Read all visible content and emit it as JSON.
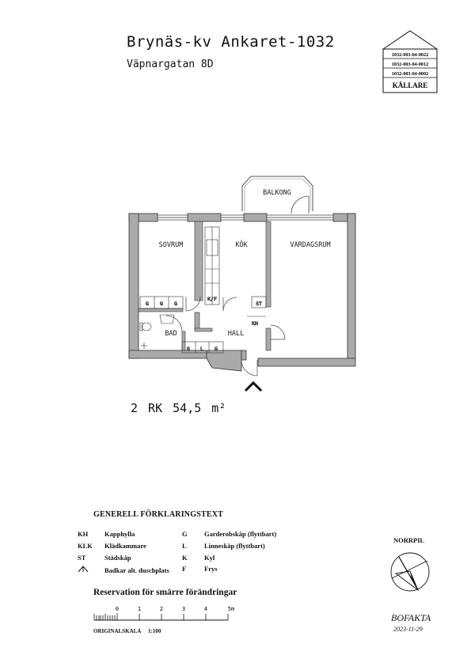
{
  "header": {
    "title": "Brynäs-kv Ankaret-1032",
    "address": "Väpnargatan 8D"
  },
  "badge": {
    "codes": [
      "1032-003-04-0022",
      "1032-003-04-0012",
      "1032-003-04-0002"
    ],
    "floor": "KÄLLARE"
  },
  "rooms": {
    "balkong": "BALKONG",
    "sovrum": "SOVRUM",
    "kok": "KÖK",
    "vardagsrum": "VARDAGSRUM",
    "bad": "BAD",
    "hall": "HALL"
  },
  "fixtures": {
    "g": "G",
    "l": "L",
    "kf": "K/F",
    "st": "ST",
    "kh": "KH"
  },
  "summary": "2 RK 54,5 m²",
  "legend": {
    "title": "GENERELL FÖRKLARINGSTEXT",
    "items": [
      {
        "code": "KH",
        "text": "Kapphylla"
      },
      {
        "code": "KLK",
        "text": "Klädkammare"
      },
      {
        "code": "ST",
        "text": "Städskåp"
      },
      {
        "code": "",
        "text": "Badkar alt. duschplats"
      },
      {
        "code": "G",
        "text": "Garderobskåp (flyttbart)"
      },
      {
        "code": "L",
        "text": "Linneskåp (flyttbart)"
      },
      {
        "code": "K",
        "text": "Kyl"
      },
      {
        "code": "F",
        "text": "Frys"
      }
    ]
  },
  "reservation": "Reservation för smärre förändringar",
  "scale": {
    "ticks": [
      "0",
      "1",
      "2",
      "3",
      "4",
      "5m"
    ],
    "label": "ORIGINALSKALA",
    "ratio": "1:100"
  },
  "north": {
    "label": "NORRPIL"
  },
  "footer": {
    "brand": "BOFAKTA",
    "date": "2023-11-29"
  }
}
